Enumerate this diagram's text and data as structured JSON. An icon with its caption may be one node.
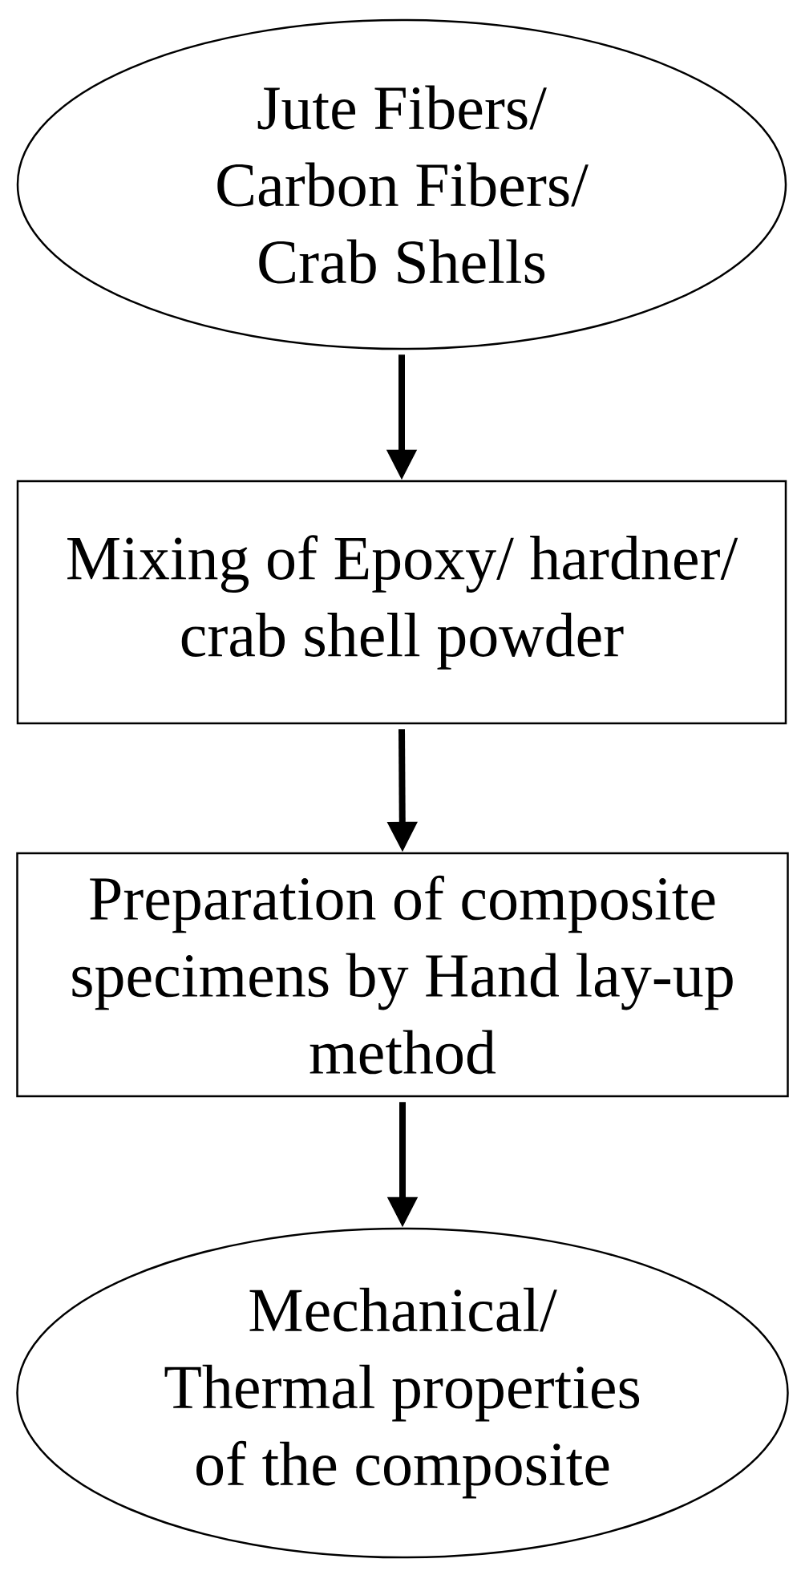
{
  "diagram": {
    "nodes": [
      {
        "text": [
          "Jute Fibers/ Carbon Fibers/ Crab Shells"
        ]
      },
      {
        "text": [
          "Mixing of Epoxy/ hardner/ crab shell powder"
        ]
      },
      {
        "text": [
          "Preparation of composite specimens by Hand lay-up method"
        ]
      },
      {
        "text": [
          "Mechanical/ Thermal properties of the composite"
        ]
      }
    ],
    "edges": [
      {
        "from": 0,
        "to": 1,
        "arrow": "to"
      },
      {
        "from": 1,
        "to": 2,
        "arrow": "to"
      },
      {
        "from": 2,
        "to": 3,
        "arrow": "to"
      }
    ]
  }
}
